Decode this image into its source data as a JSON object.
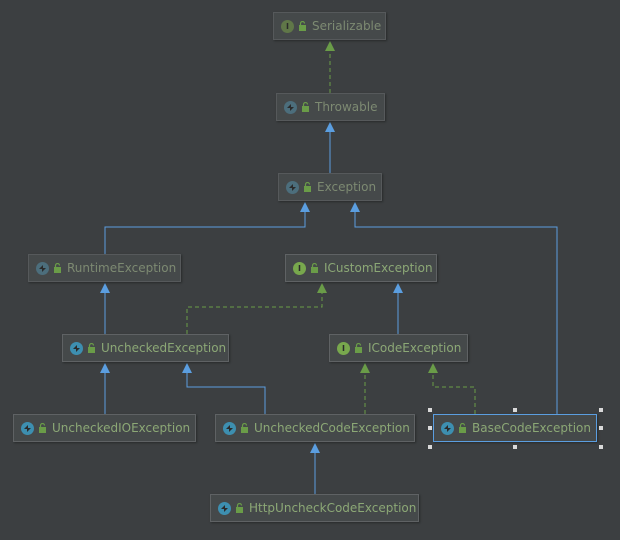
{
  "colors": {
    "background": "#3c3f41",
    "extends_edge": "#5b9ee0",
    "implements_edge": "#6a9c48",
    "node_text": "#8ca876"
  },
  "nodes": {
    "serializable": {
      "label": "Serializable",
      "kind": "interface",
      "icon": "interface-icon"
    },
    "throwable": {
      "label": "Throwable",
      "kind": "class",
      "icon": "class-icon"
    },
    "exception": {
      "label": "Exception",
      "kind": "class",
      "icon": "class-icon"
    },
    "runtime_exception": {
      "label": "RuntimeException",
      "kind": "class",
      "icon": "class-icon"
    },
    "icustom_exception": {
      "label": "ICustomException",
      "kind": "interface",
      "icon": "interface-icon"
    },
    "unchecked_exception": {
      "label": "UncheckedException",
      "kind": "class",
      "icon": "class-icon"
    },
    "icode_exception": {
      "label": "ICodeException",
      "kind": "interface",
      "icon": "interface-icon"
    },
    "unchecked_io_exception": {
      "label": "UncheckedIOException",
      "kind": "class",
      "icon": "class-icon"
    },
    "unchecked_code_exception": {
      "label": "UncheckedCodeException",
      "kind": "class",
      "icon": "class-icon"
    },
    "base_code_exception": {
      "label": "BaseCodeException",
      "kind": "class",
      "icon": "class-icon"
    },
    "http_uncheck_code_exception": {
      "label": "HttpUncheckCodeException",
      "kind": "class",
      "icon": "class-icon"
    }
  },
  "edges": [
    {
      "from": "throwable",
      "to": "serializable",
      "type": "implements"
    },
    {
      "from": "exception",
      "to": "throwable",
      "type": "extends"
    },
    {
      "from": "runtime_exception",
      "to": "exception",
      "type": "extends"
    },
    {
      "from": "base_code_exception",
      "to": "exception",
      "type": "extends"
    },
    {
      "from": "unchecked_exception",
      "to": "runtime_exception",
      "type": "extends"
    },
    {
      "from": "unchecked_exception",
      "to": "icustom_exception",
      "type": "implements"
    },
    {
      "from": "icode_exception",
      "to": "icustom_exception",
      "type": "extends"
    },
    {
      "from": "unchecked_io_exception",
      "to": "unchecked_exception",
      "type": "extends"
    },
    {
      "from": "unchecked_code_exception",
      "to": "unchecked_exception",
      "type": "extends"
    },
    {
      "from": "unchecked_code_exception",
      "to": "icode_exception",
      "type": "implements"
    },
    {
      "from": "base_code_exception",
      "to": "icode_exception",
      "type": "implements"
    },
    {
      "from": "http_uncheck_code_exception",
      "to": "unchecked_code_exception",
      "type": "extends"
    }
  ],
  "selected_node": "base_code_exception"
}
